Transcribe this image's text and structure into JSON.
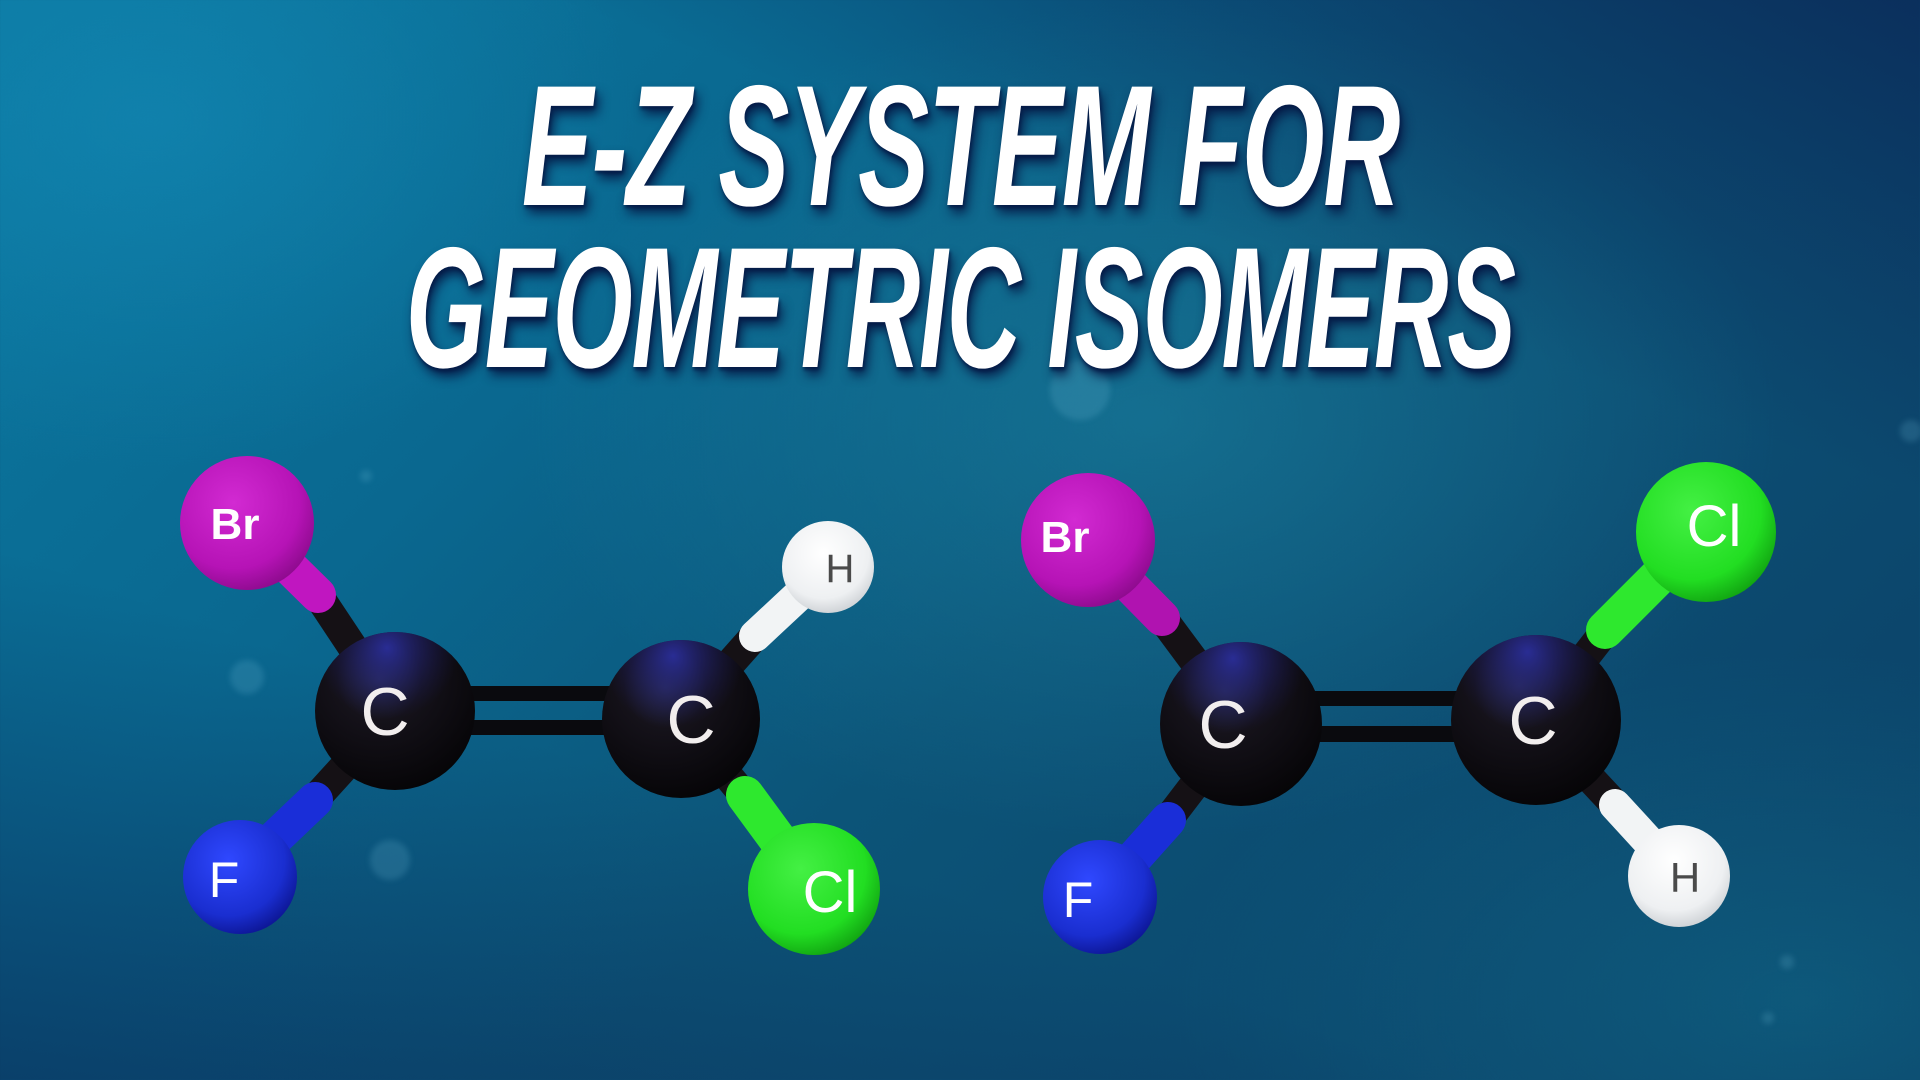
{
  "title": {
    "line1": "E-Z SYSTEM FOR",
    "line2": "GEOMETRIC ISOMERS"
  },
  "colors": {
    "background_top_left": "#0b78a0",
    "background_bottom_right": "#0c3f66",
    "title_text": "#ffffff",
    "carbon": "#141014",
    "bromine": "#c417c4",
    "fluorine": "#1a2fd6",
    "chlorine": "#2ee82e",
    "hydrogen": "#f2f4f5"
  },
  "molecules": [
    {
      "name": "left-molecule",
      "atoms": {
        "c1": {
          "label": "C"
        },
        "c2": {
          "label": "C"
        },
        "top_left": {
          "label": "Br"
        },
        "bottom_left": {
          "label": "F"
        },
        "top_right": {
          "label": "H"
        },
        "bottom_right": {
          "label": "Cl"
        }
      }
    },
    {
      "name": "right-molecule",
      "atoms": {
        "c1": {
          "label": "C"
        },
        "c2": {
          "label": "C"
        },
        "top_left": {
          "label": "Br"
        },
        "bottom_left": {
          "label": "F"
        },
        "top_right": {
          "label": "Cl"
        },
        "bottom_right": {
          "label": "H"
        }
      }
    }
  ]
}
